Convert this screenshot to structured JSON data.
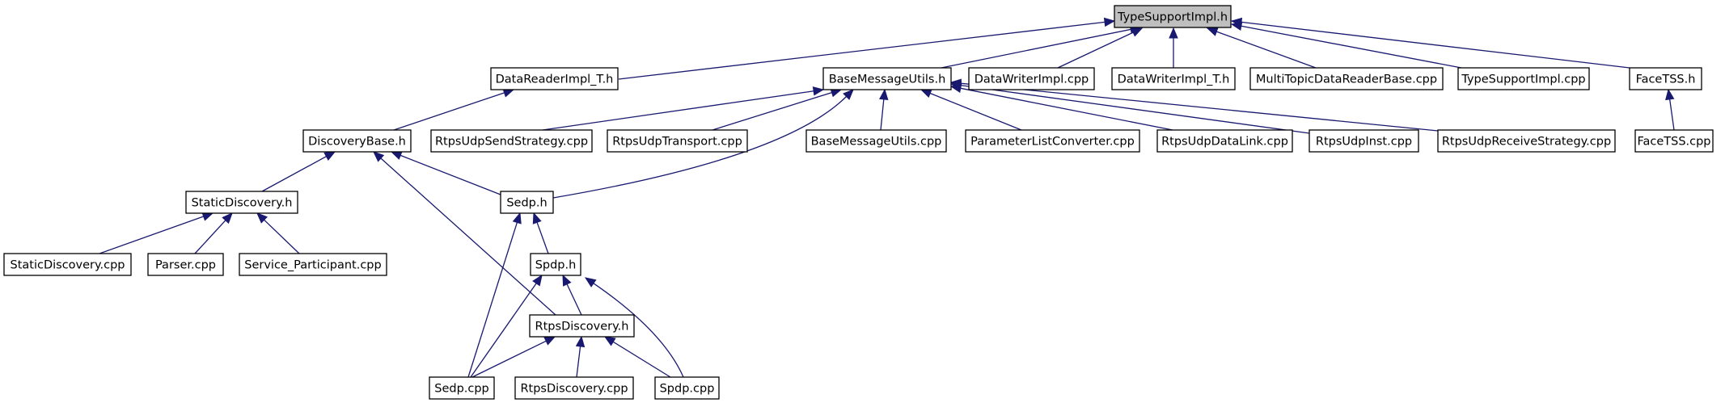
{
  "diagram": {
    "type": "include-dependency-graph",
    "colors": {
      "edge": "#191970",
      "root_fill": "#bfbfbf",
      "node_fill": "#ffffff",
      "node_border": "#000000"
    },
    "nodes": [
      {
        "id": "typesupportimpl_h",
        "label": "TypeSupportImpl.h"
      },
      {
        "id": "datareaderimpl_t_h",
        "label": "DataReaderImpl_T.h"
      },
      {
        "id": "basemessageutils_h",
        "label": "BaseMessageUtils.h"
      },
      {
        "id": "datawriterimpl_cpp",
        "label": "DataWriterImpl.cpp"
      },
      {
        "id": "datawriterimpl_t_h",
        "label": "DataWriterImpl_T.h"
      },
      {
        "id": "multitopicdatareaderbase_cpp",
        "label": "MultiTopicDataReaderBase.cpp"
      },
      {
        "id": "typesupportimpl_cpp",
        "label": "TypeSupportImpl.cpp"
      },
      {
        "id": "facetss_h",
        "label": "FaceTSS.h"
      },
      {
        "id": "discoverybase_h",
        "label": "DiscoveryBase.h"
      },
      {
        "id": "rtpsudpsendstrategy_cpp",
        "label": "RtpsUdpSendStrategy.cpp"
      },
      {
        "id": "rtpsudptransport_cpp",
        "label": "RtpsUdpTransport.cpp"
      },
      {
        "id": "basemessageutils_cpp",
        "label": "BaseMessageUtils.cpp"
      },
      {
        "id": "parameterlistconverter_cpp",
        "label": "ParameterListConverter.cpp"
      },
      {
        "id": "rtpsudpdatalink_cpp",
        "label": "RtpsUdpDataLink.cpp"
      },
      {
        "id": "rtpsudpinst_cpp",
        "label": "RtpsUdpInst.cpp"
      },
      {
        "id": "rtpsudpreceivestrategy_cpp",
        "label": "RtpsUdpReceiveStrategy.cpp"
      },
      {
        "id": "facetss_cpp",
        "label": "FaceTSS.cpp"
      },
      {
        "id": "staticdiscovery_h",
        "label": "StaticDiscovery.h"
      },
      {
        "id": "sedp_h",
        "label": "Sedp.h"
      },
      {
        "id": "staticdiscovery_cpp",
        "label": "StaticDiscovery.cpp"
      },
      {
        "id": "parser_cpp",
        "label": "Parser.cpp"
      },
      {
        "id": "service_participant_cpp",
        "label": "Service_Participant.cpp"
      },
      {
        "id": "spdp_h",
        "label": "Spdp.h"
      },
      {
        "id": "rtpsdiscovery_h",
        "label": "RtpsDiscovery.h"
      },
      {
        "id": "sedp_cpp",
        "label": "Sedp.cpp"
      },
      {
        "id": "rtpsdiscovery_cpp",
        "label": "RtpsDiscovery.cpp"
      },
      {
        "id": "spdp_cpp",
        "label": "Spdp.cpp"
      }
    ],
    "edges": [
      {
        "from": "datareaderimpl_t_h",
        "to": "typesupportimpl_h"
      },
      {
        "from": "basemessageutils_h",
        "to": "typesupportimpl_h"
      },
      {
        "from": "datawriterimpl_cpp",
        "to": "typesupportimpl_h"
      },
      {
        "from": "datawriterimpl_t_h",
        "to": "typesupportimpl_h"
      },
      {
        "from": "multitopicdatareaderbase_cpp",
        "to": "typesupportimpl_h"
      },
      {
        "from": "typesupportimpl_cpp",
        "to": "typesupportimpl_h"
      },
      {
        "from": "facetss_h",
        "to": "typesupportimpl_h"
      },
      {
        "from": "discoverybase_h",
        "to": "datareaderimpl_t_h"
      },
      {
        "from": "rtpsudpsendstrategy_cpp",
        "to": "basemessageutils_h"
      },
      {
        "from": "rtpsudptransport_cpp",
        "to": "basemessageutils_h"
      },
      {
        "from": "sedp_h",
        "to": "basemessageutils_h"
      },
      {
        "from": "basemessageutils_cpp",
        "to": "basemessageutils_h"
      },
      {
        "from": "parameterlistconverter_cpp",
        "to": "basemessageutils_h"
      },
      {
        "from": "rtpsudpdatalink_cpp",
        "to": "basemessageutils_h"
      },
      {
        "from": "rtpsudpinst_cpp",
        "to": "basemessageutils_h"
      },
      {
        "from": "rtpsudpreceivestrategy_cpp",
        "to": "basemessageutils_h"
      },
      {
        "from": "facetss_cpp",
        "to": "facetss_h"
      },
      {
        "from": "staticdiscovery_h",
        "to": "discoverybase_h"
      },
      {
        "from": "sedp_h",
        "to": "discoverybase_h"
      },
      {
        "from": "rtpsdiscovery_h",
        "to": "discoverybase_h"
      },
      {
        "from": "staticdiscovery_cpp",
        "to": "staticdiscovery_h"
      },
      {
        "from": "parser_cpp",
        "to": "staticdiscovery_h"
      },
      {
        "from": "service_participant_cpp",
        "to": "staticdiscovery_h"
      },
      {
        "from": "spdp_h",
        "to": "sedp_h"
      },
      {
        "from": "sedp_cpp",
        "to": "sedp_h"
      },
      {
        "from": "rtpsdiscovery_h",
        "to": "spdp_h"
      },
      {
        "from": "sedp_cpp",
        "to": "spdp_h"
      },
      {
        "from": "spdp_cpp",
        "to": "spdp_h"
      },
      {
        "from": "sedp_cpp",
        "to": "rtpsdiscovery_h"
      },
      {
        "from": "rtpsdiscovery_cpp",
        "to": "rtpsdiscovery_h"
      },
      {
        "from": "spdp_cpp",
        "to": "rtpsdiscovery_h"
      }
    ]
  }
}
